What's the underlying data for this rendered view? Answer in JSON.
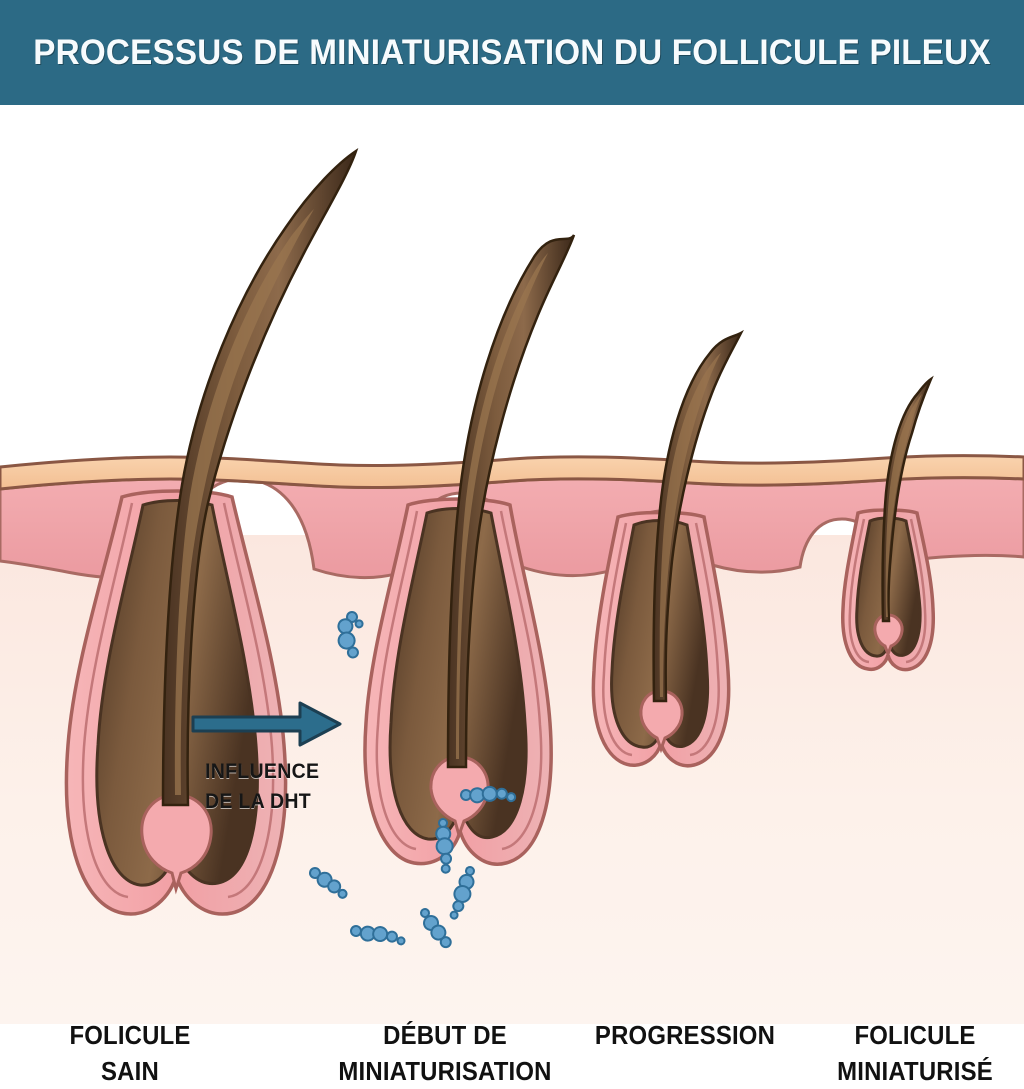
{
  "header": {
    "title": "PROCESSUS DE MINIATURISATION DU FOLLICULE PILEUX",
    "bg_color": "#2c6a85",
    "text_color": "#f7fbfd"
  },
  "annotation": {
    "dht_line1": "INFLUENCE",
    "dht_line2": "DE LA DHT",
    "arrow_color": "#2c6d8c",
    "arrow_name": "dht-influence-arrow"
  },
  "stages": [
    {
      "id": "stage-1",
      "caption_line1": "FOLICULE",
      "caption_line2": "SAIN"
    },
    {
      "id": "stage-2",
      "caption_line1": "DÉBUT DE",
      "caption_line2": "MINIATURISATION"
    },
    {
      "id": "stage-3",
      "caption_line1": "PROGRESSION",
      "caption_line2": ""
    },
    {
      "id": "stage-4",
      "caption_line1": "FOLICULE",
      "caption_line2": "MINIATURISÉ"
    }
  ],
  "palette": {
    "epidermis": "#f6c9a1",
    "dermis": "#f0a2a7",
    "dermis_light": "#fbe0dd",
    "subcutis": "#fcefe7",
    "outline": "#6e4433",
    "hair_dark": "#3e2b1c",
    "hair_mid": "#5e4430",
    "hair_light": "#8d6a4b",
    "papilla": "#f3a7ab",
    "dht_molecule": "#5b9bc9",
    "dht_molecule_outline": "#2f6f99",
    "background": "#ffffff"
  }
}
